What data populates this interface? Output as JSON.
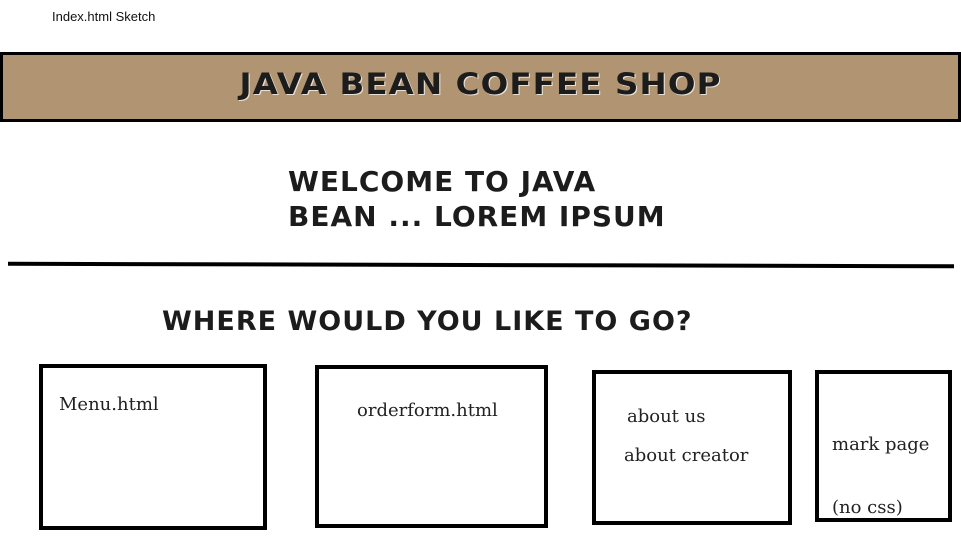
{
  "sketch_label": "Index.html Sketch",
  "header": {
    "title": "JAVA BEAN COFFEE SHOP",
    "background_color": "#b19471"
  },
  "welcome": {
    "line1": "WELCOME TO JAVA",
    "line2": "BEAN ... LOREM IPSUM"
  },
  "question": "WHERE WOULD YOU LIKE TO GO?",
  "boxes": {
    "menu": "Menu.html",
    "orderform": "orderform.html",
    "about_us": "about us",
    "about_creator": "about creator",
    "mark_line1": "mark page",
    "mark_line2": "(no css)"
  }
}
